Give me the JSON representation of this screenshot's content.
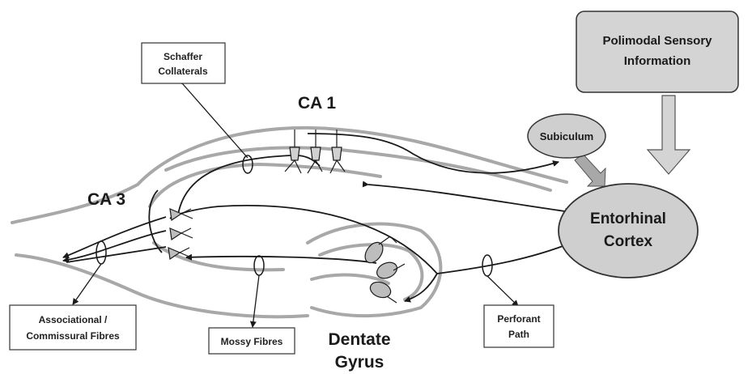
{
  "labels": {
    "schaffer": [
      "Schaffer",
      "Collaterals"
    ],
    "ca1": "CA 1",
    "ca3": "CA 3",
    "subiculum": "Subiculum",
    "polimodal": [
      "Polimodal Sensory",
      "Information"
    ],
    "entorhinal": [
      "Entorhinal",
      "Cortex"
    ],
    "associational": [
      "Associational /",
      "Commissural Fibres"
    ],
    "mossy": "Mossy Fibres",
    "dentate": [
      "Dentate",
      "Gyrus"
    ],
    "perforant": [
      "Perforant",
      "Path"
    ]
  },
  "colors": {
    "band": "#a8a8a8",
    "node_fill": "#cfcfcf",
    "sensory_fill": "#d4d4d4",
    "line": "#1a1a1a",
    "cell_fill": "#bdbdbd"
  }
}
